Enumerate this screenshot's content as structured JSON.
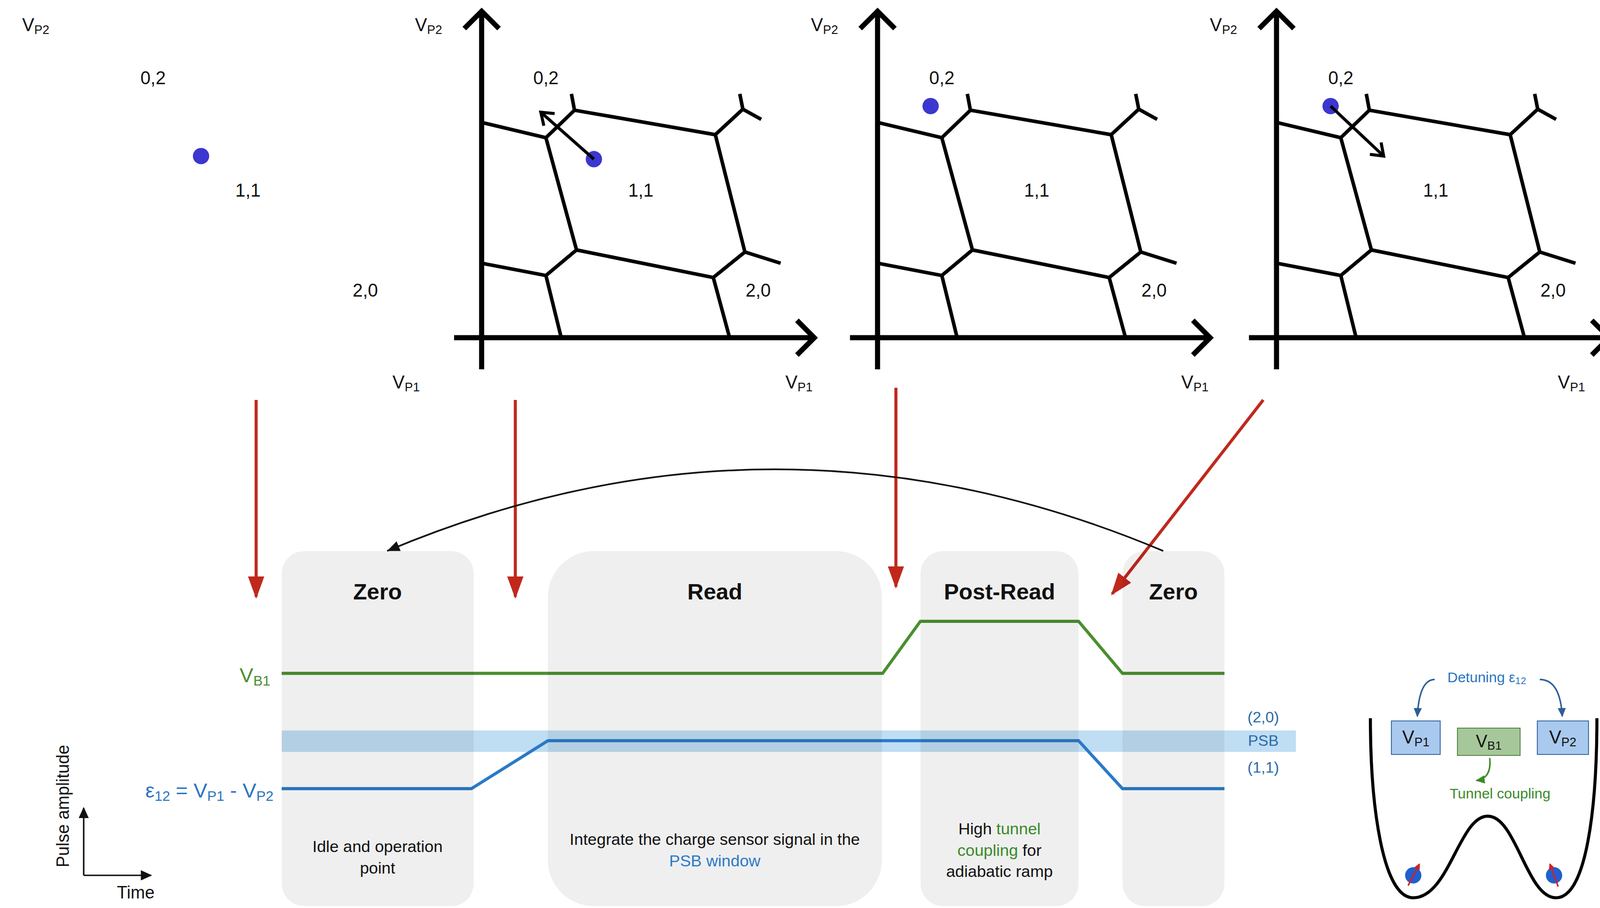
{
  "diagram": {
    "nodes": [
      {
        "text": [
          "Zero",
          "Idle and operation point"
        ]
      },
      {
        "text": [
          "Read",
          "Integrate the charge sensor signal in the PSB window"
        ]
      },
      {
        "text": [
          "Post-Read",
          "High tunnel coupling for adiabatic ramp"
        ]
      },
      {
        "text": [
          "Zero"
        ]
      },
      {
        "text": [
          "VP1"
        ]
      },
      {
        "text": [
          "VB1"
        ]
      },
      {
        "text": [
          "VP2"
        ]
      }
    ],
    "edges": [
      {
        "from": 3,
        "to": 0,
        "arrow": "to"
      }
    ],
    "labels": [
      "VP2",
      "0,2",
      "1,1",
      "2,0",
      "VP1",
      "VP2",
      "0,2",
      "1,1",
      "2,0",
      "VP1",
      "VP2",
      "0,2",
      "1,1",
      "2,0",
      "VP1",
      "VP2",
      "0,2",
      "1,1",
      "2,0",
      "VP1",
      "VB1",
      "ε12 = VP1 - VP2",
      "(2,0)",
      "PSB",
      "(1,1)",
      "Pulse amplitude",
      "Time",
      "Detuning ε12",
      "Tunnel coupling"
    ]
  }
}
